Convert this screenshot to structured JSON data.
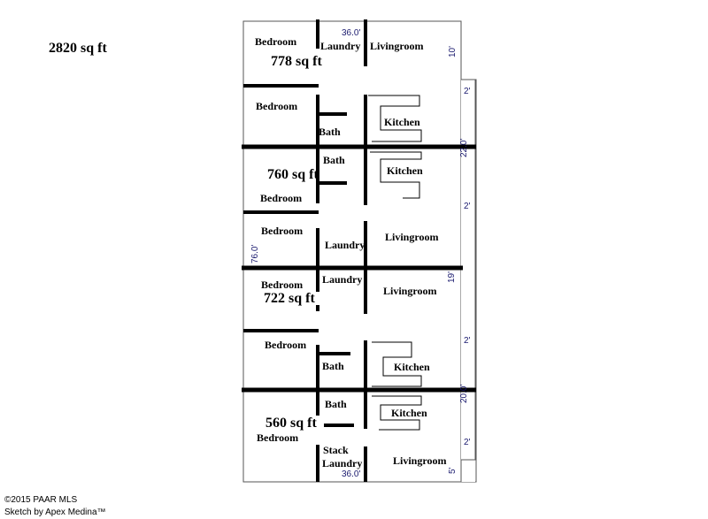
{
  "total_area": "2820 sq ft",
  "unit_areas": [
    "778 sq ft",
    "760 sq ft",
    "722 sq ft",
    "560 sq ft"
  ],
  "rooms": {
    "bedroom": "Bedroom",
    "laundry": "Laundry",
    "livingroom": "Livingroom",
    "kitchen": "Kitchen",
    "bath": "Bath",
    "stack": "Stack"
  },
  "dimensions": {
    "top_width": "36.0'",
    "bottom_width": "36.0'",
    "height": "76.0'",
    "d10": "10'",
    "d2a": "2'",
    "d22": "22.0'",
    "d2b": "2'",
    "d19": "19'",
    "d2c": "2'",
    "d20": "20.0'",
    "d2d": "2'",
    "d5": "5'"
  },
  "footer": {
    "copyright": "©2015 PAAR MLS",
    "sketch": "Sketch by Apex Medina™"
  }
}
